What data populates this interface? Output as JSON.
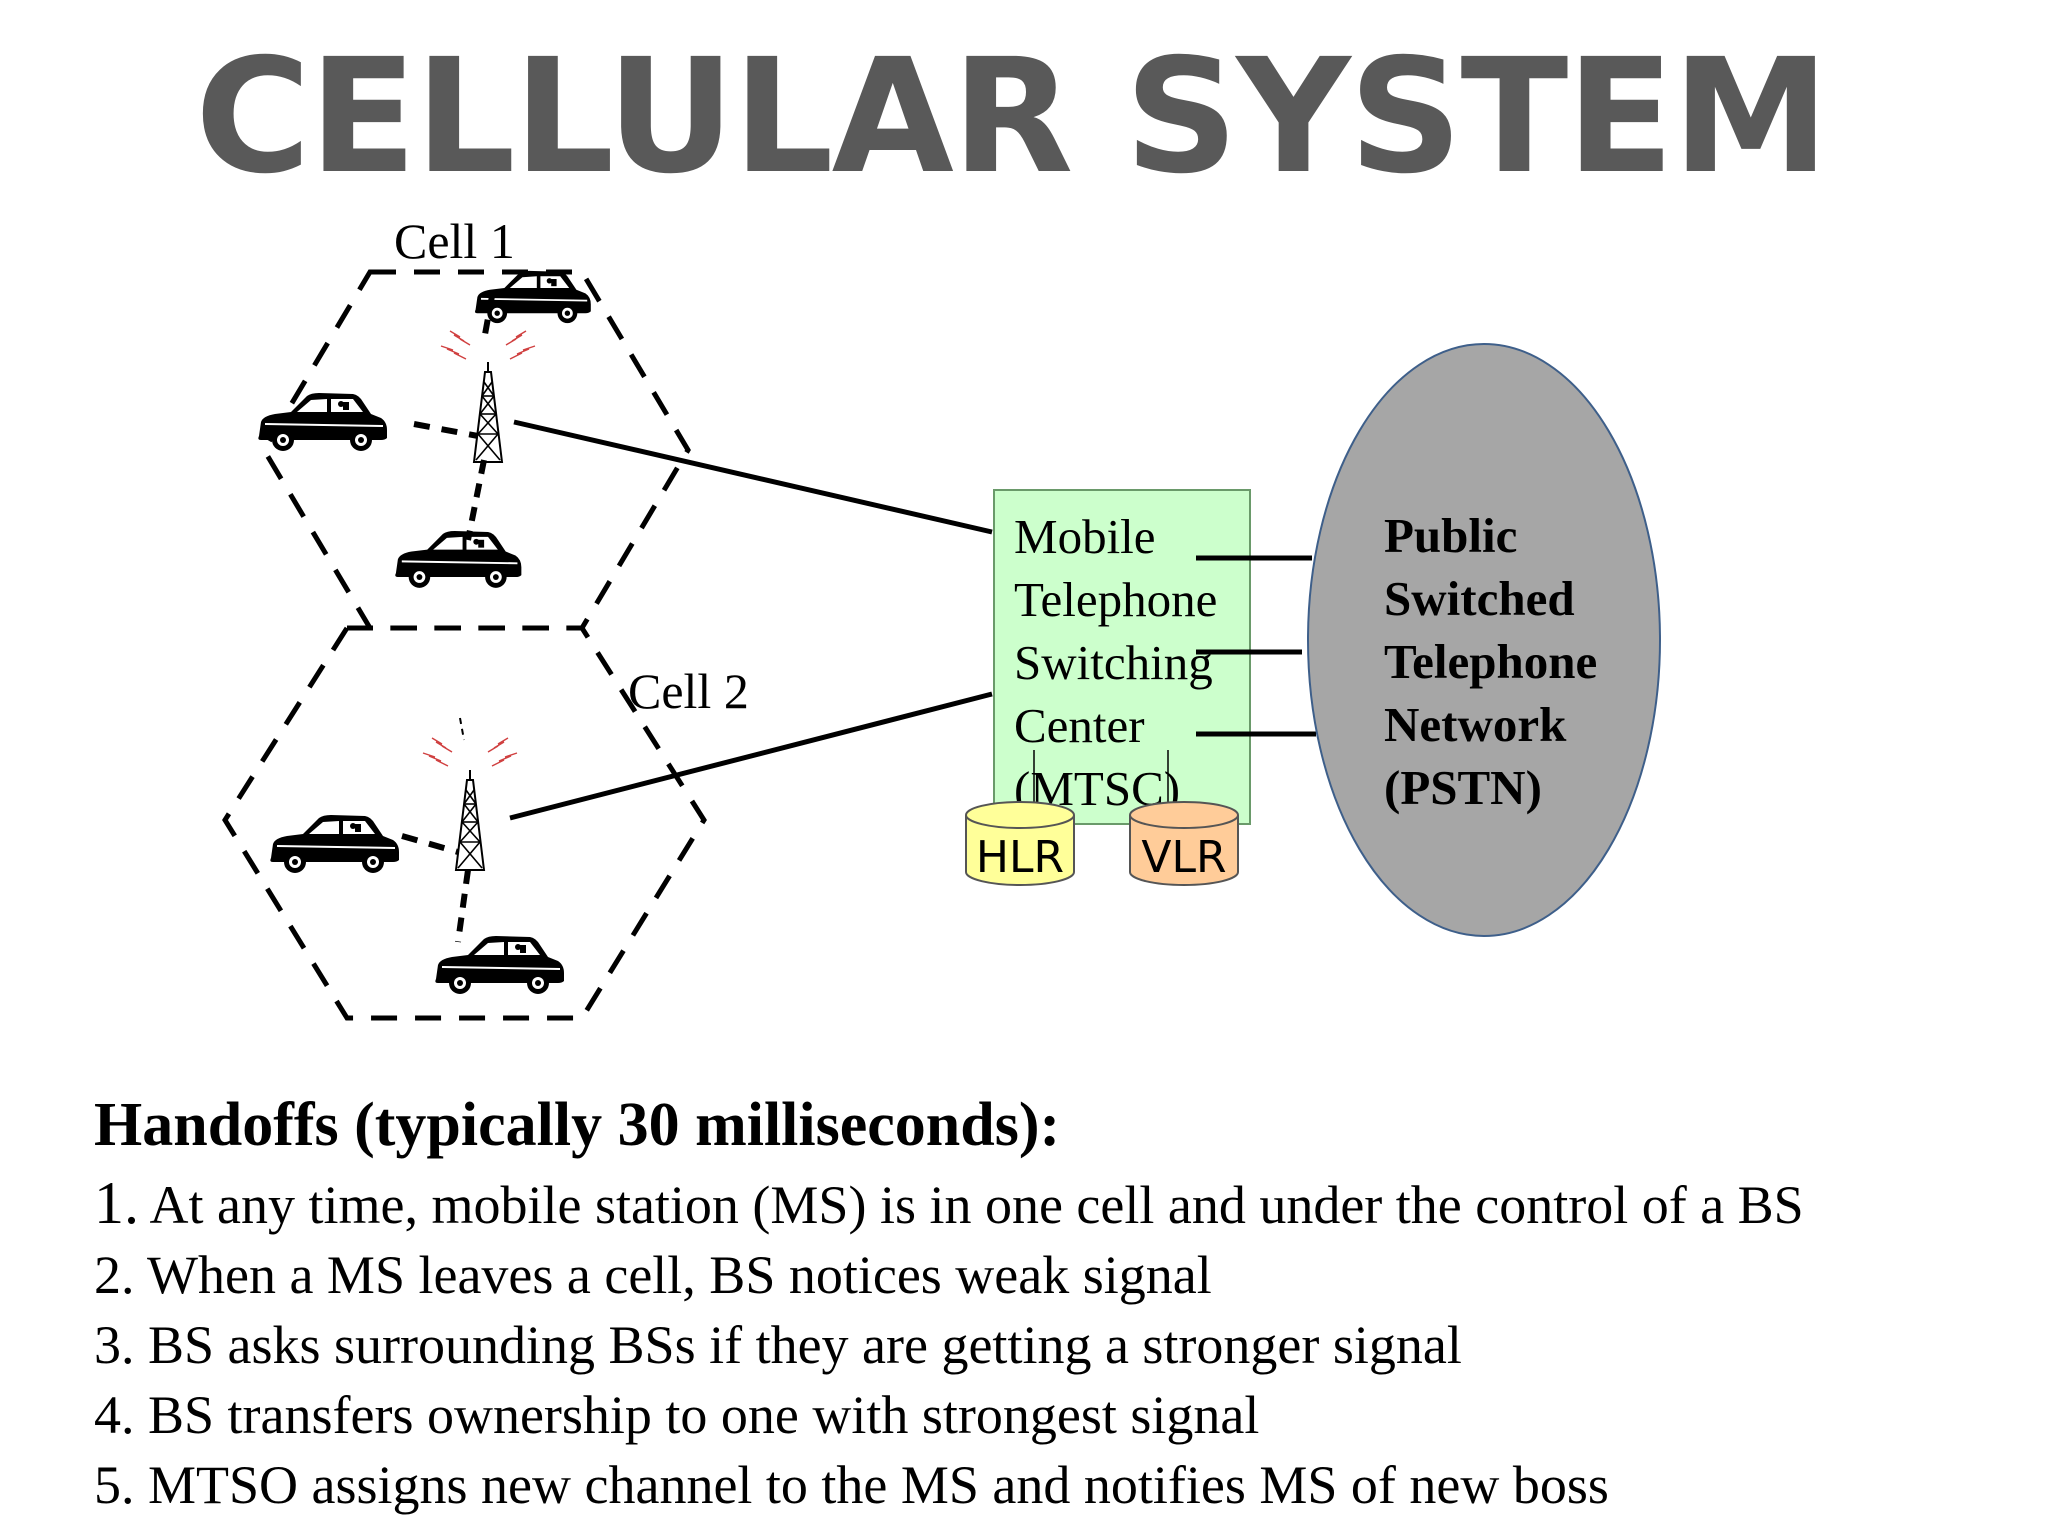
{
  "title": "CELLULAR SYSTEM",
  "cells": {
    "cell1": "Cell 1",
    "cell2": "Cell 2"
  },
  "mtsc": {
    "lines": [
      "Mobile",
      "Telephone",
      "Switching",
      "Center",
      "(MTSC)"
    ],
    "fill": "#ccffcc"
  },
  "databases": {
    "hlr": {
      "label": "HLR",
      "color": "#ffff99"
    },
    "vlr": {
      "label": "VLR",
      "color": "#ffcc99"
    }
  },
  "pstn": {
    "lines": [
      "Public",
      "Switched",
      "Telephone",
      "Network",
      "(PSTN)"
    ],
    "fill": "#a6a6a6"
  },
  "handoffs": {
    "heading": "Handoffs (typically 30 milliseconds):",
    "items": [
      {
        "num": "1.",
        "text": " At any time, mobile station (MS) is in one cell and under the control of a BS"
      },
      {
        "num": "2.",
        "text": "  When a MS leaves a cell, BS notices weak signal"
      },
      {
        "num": "3.",
        "text": " BS asks surrounding BSs if they are getting a stronger signal"
      },
      {
        "num": "4.",
        "text": " BS transfers ownership to one with strongest signal"
      },
      {
        "num": "5.",
        "text": " MTSO assigns new channel to the MS and notifies MS of new boss"
      }
    ]
  }
}
